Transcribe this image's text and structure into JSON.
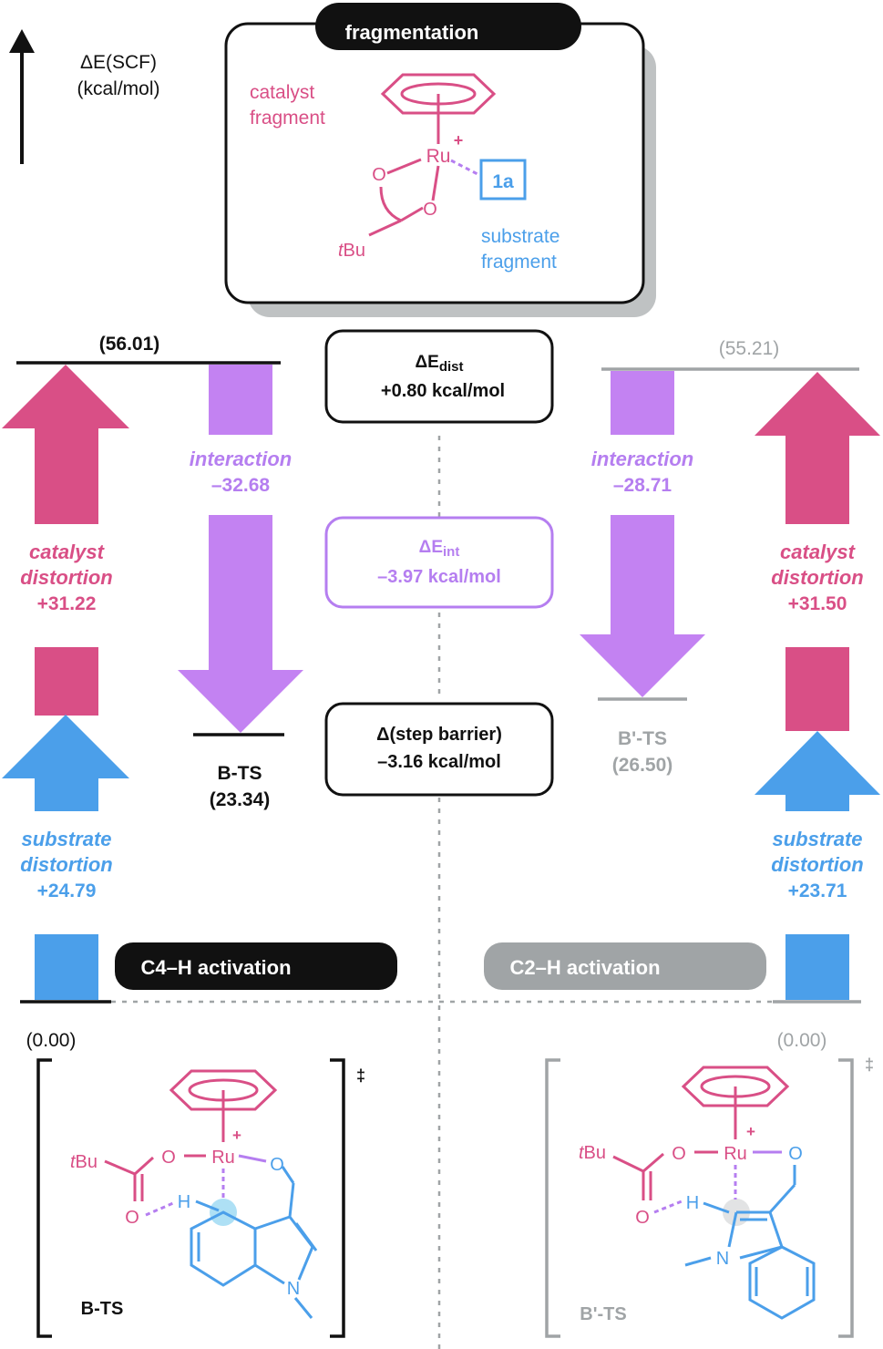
{
  "colors": {
    "catalyst": "#d94f86",
    "substrate": "#4b9fea",
    "interaction": "#b57ef0",
    "black": "#111111",
    "gray": "#a0a4a6",
    "shadow": "#bfc2c3",
    "highlight": "#aee0f5"
  },
  "axis": {
    "label_line1": "ΔE(SCF)",
    "label_line2": "(kcal/mol)"
  },
  "fragmentation": {
    "title": "fragmentation",
    "catalyst_label_1": "catalyst",
    "catalyst_label_2": "fragment",
    "substrate_label_1": "substrate",
    "substrate_label_2": "fragment",
    "substrate_box": "1a",
    "atoms": {
      "metal": "Ru",
      "charge": "+",
      "o1": "O",
      "o2": "O",
      "tbu_t": "t",
      "tbu_rest": "Bu"
    }
  },
  "left": {
    "top_value": "(56.01)",
    "zero": "(0.00)",
    "ts_name": "B-TS",
    "ts_value": "(23.34)",
    "interaction_label": "interaction",
    "interaction_value": "–32.68",
    "catalyst_1": "catalyst",
    "catalyst_2": "distortion",
    "catalyst_value": "+31.22",
    "substrate_1": "substrate",
    "substrate_2": "distortion",
    "substrate_value": "+24.79",
    "pill": "C4–H activation"
  },
  "right": {
    "top_value": "(55.21)",
    "zero": "(0.00)",
    "ts_name": "B'-TS",
    "ts_value": "(26.50)",
    "interaction_label": "interaction",
    "interaction_value": "–28.71",
    "catalyst_1": "catalyst",
    "catalyst_2": "distortion",
    "catalyst_value": "+31.50",
    "substrate_1": "substrate",
    "substrate_2": "distortion",
    "substrate_value": "+23.71",
    "pill": "C2–H activation"
  },
  "center": {
    "dist_symbol": "ΔE",
    "dist_sub": "dist",
    "dist_value": "+0.80 kcal/mol",
    "int_symbol": "ΔE",
    "int_sub": "int",
    "int_value": "–3.97 kcal/mol",
    "barrier_label": "Δ(step barrier)",
    "barrier_value": "–3.16 kcal/mol"
  },
  "structures": {
    "left_label": "B-TS",
    "right_label": "B'-TS",
    "dagger": "‡",
    "atoms": {
      "metal": "Ru",
      "charge": "+",
      "o": "O",
      "h": "H",
      "n": "N",
      "tbu_t": "t",
      "tbu_rest": "Bu"
    }
  }
}
